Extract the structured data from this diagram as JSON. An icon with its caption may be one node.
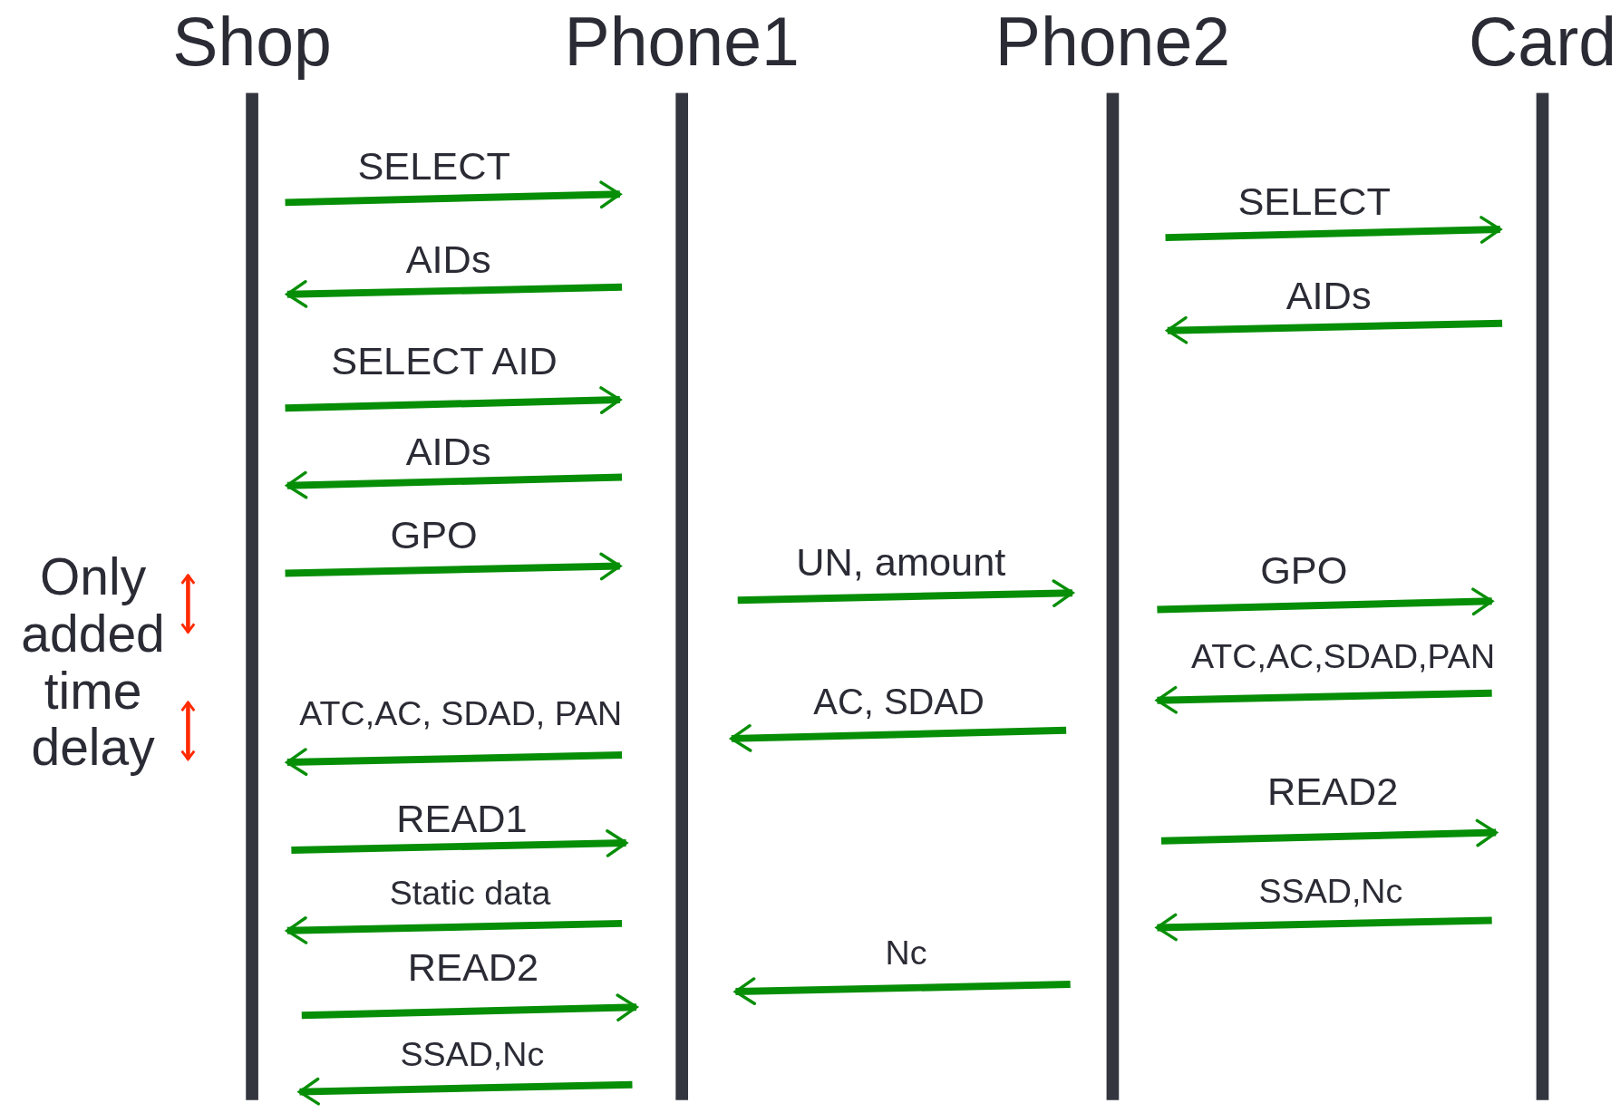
{
  "diagram": {
    "nodes": [
      {
        "text": [
          "Shop"
        ]
      },
      {
        "text": [
          "Phone1"
        ]
      },
      {
        "text": [
          "Phone2"
        ]
      },
      {
        "text": [
          "Card"
        ]
      }
    ],
    "edges": [
      {
        "from": 0,
        "to": 1,
        "arrow": "to",
        "label": "SELECT"
      },
      {
        "from": 1,
        "to": 0,
        "arrow": "to",
        "label": "AIDs"
      },
      {
        "from": 0,
        "to": 1,
        "arrow": "to",
        "label": "SELECT AID"
      },
      {
        "from": 1,
        "to": 0,
        "arrow": "to",
        "label": "AIDs"
      },
      {
        "from": 2,
        "to": 3,
        "arrow": "to",
        "label": "SELECT"
      },
      {
        "from": 3,
        "to": 2,
        "arrow": "to",
        "label": "AIDs"
      },
      {
        "from": 0,
        "to": 1,
        "arrow": "to",
        "label": "GPO"
      },
      {
        "from": 1,
        "to": 2,
        "arrow": "to",
        "label": "UN, amount"
      },
      {
        "from": 2,
        "to": 3,
        "arrow": "to",
        "label": "GPO"
      },
      {
        "from": 3,
        "to": 2,
        "arrow": "to",
        "label": "ATC,AC,SDAD,PAN"
      },
      {
        "from": 2,
        "to": 1,
        "arrow": "to",
        "label": "AC, SDAD"
      },
      {
        "from": 1,
        "to": 0,
        "arrow": "to",
        "label": "ATC,AC, SDAD, PAN"
      },
      {
        "from": 2,
        "to": 3,
        "arrow": "to",
        "label": "READ2"
      },
      {
        "from": 0,
        "to": 1,
        "arrow": "to",
        "label": "READ1"
      },
      {
        "from": 3,
        "to": 2,
        "arrow": "to",
        "label": "SSAD,Nc"
      },
      {
        "from": 1,
        "to": 0,
        "arrow": "to",
        "label": "Static data"
      },
      {
        "from": 2,
        "to": 1,
        "arrow": "to",
        "label": "Nc"
      },
      {
        "from": 0,
        "to": 1,
        "arrow": "to",
        "label": "READ2"
      },
      {
        "from": 1,
        "to": 0,
        "arrow": "to",
        "label": "SSAD,Nc"
      }
    ],
    "labels": [
      "Only added time delay"
    ]
  }
}
